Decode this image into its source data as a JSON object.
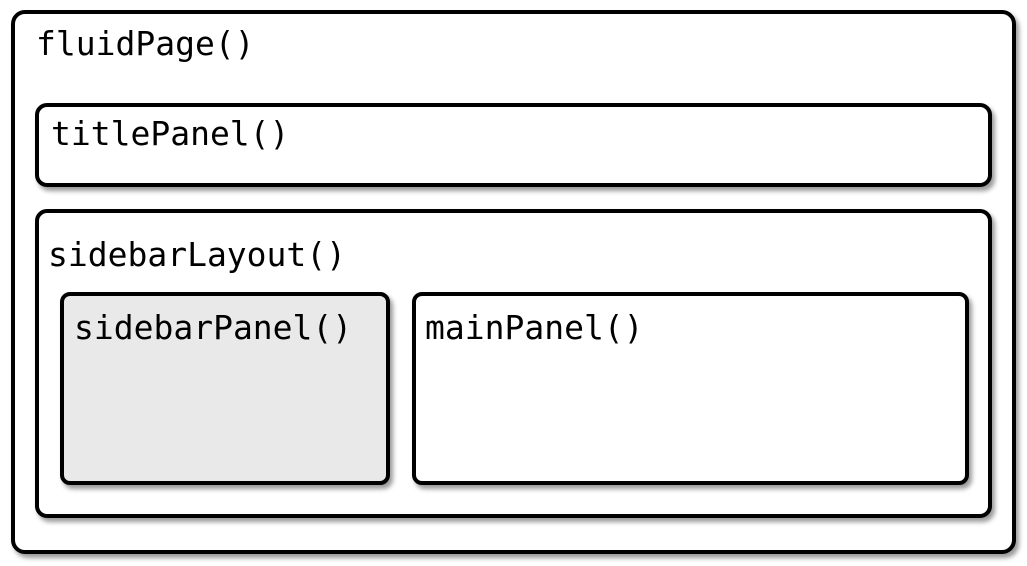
{
  "diagram": {
    "boxes": {
      "fluid_page": {
        "label": "fluidPage()"
      },
      "title_panel": {
        "label": "titlePanel()"
      },
      "sidebar_layout": {
        "label": "sidebarLayout()"
      },
      "sidebar_panel": {
        "label": "sidebarPanel()"
      },
      "main_panel": {
        "label": "mainPanel()"
      }
    }
  },
  "colors": {
    "border": "#000000",
    "text": "#000000",
    "panel_fill": "#ffffff",
    "sidebar_fill": "#e9e9e9",
    "page_background": "#ffffff"
  }
}
